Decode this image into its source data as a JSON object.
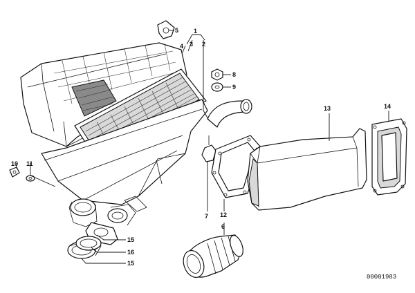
{
  "diagram": {
    "reference_number": "00001983",
    "callouts": {
      "c1": "1",
      "c2": "2",
      "c3": "3",
      "c4": "4",
      "c5": "5",
      "c6": "6",
      "c7": "7",
      "c8": "8",
      "c9": "9",
      "c10": "10",
      "c11": "11",
      "c12": "12",
      "c13": "13",
      "c14": "14",
      "c15": "15",
      "c16": "16",
      "c17": "15"
    }
  }
}
